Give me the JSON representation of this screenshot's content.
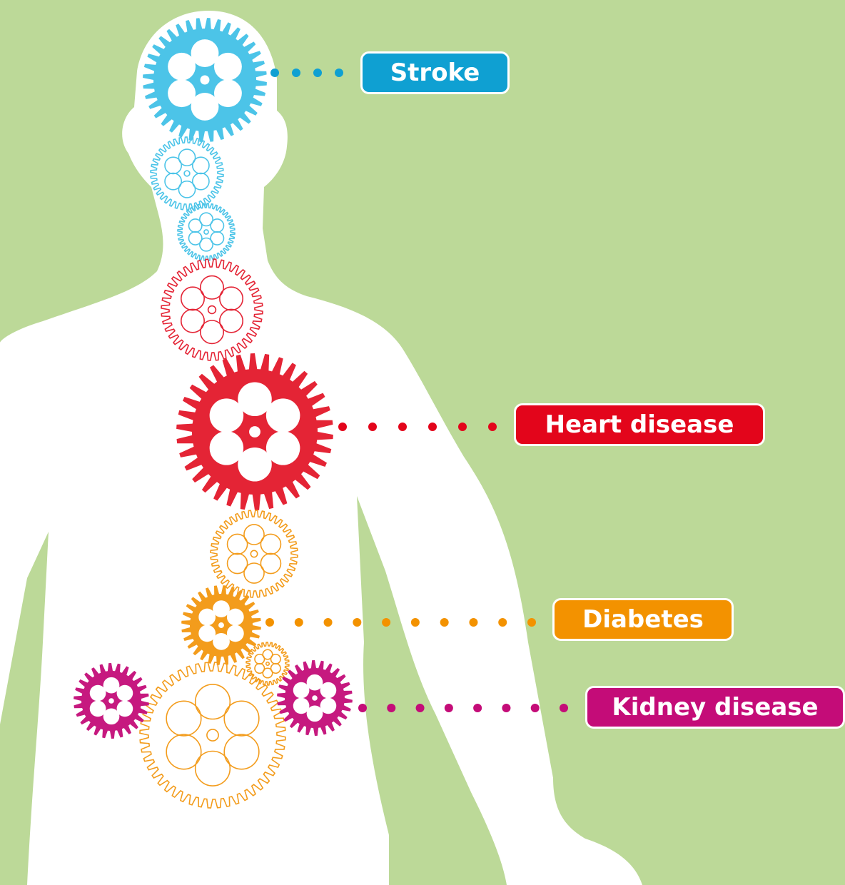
{
  "colors": {
    "background": "#bcd998",
    "body": "#ffffff",
    "stroke": "#0fa0d2",
    "heart": "#e3051b",
    "diabetes": "#f39200",
    "kidney": "#c40c78",
    "gear_blue": "#4cc4e8",
    "gear_red": "#e42435",
    "gear_orange": "#f39c1c",
    "gear_magenta": "#c6197f"
  },
  "icons": [
    "human-body-silhouette",
    "gear-icon",
    "dotted-connector-line"
  ],
  "labels": {
    "stroke": "Stroke",
    "heart": "Heart disease",
    "diabetes": "Diabetes",
    "kidney": "Kidney disease"
  }
}
